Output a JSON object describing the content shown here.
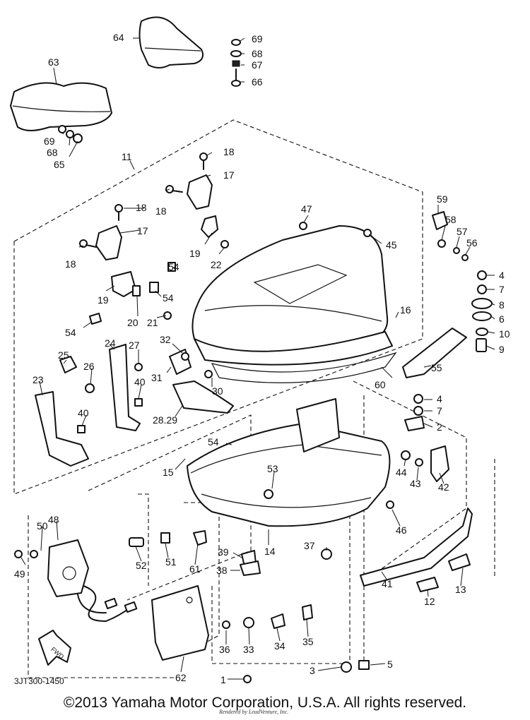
{
  "diagram": {
    "code": "3JT300-1450",
    "fwd_label": "FWD",
    "callouts": [
      "64",
      "69",
      "68",
      "67",
      "66",
      "63",
      "69",
      "68",
      "65",
      "11",
      "18",
      "17",
      "18",
      "18",
      "47",
      "59",
      "58",
      "57",
      "56",
      "45",
      "17",
      "18",
      "19",
      "22",
      "54",
      "54",
      "19",
      "20",
      "21",
      "4",
      "7",
      "8",
      "6",
      "10",
      "9",
      "54",
      "16",
      "32",
      "27",
      "25",
      "26",
      "24",
      "23",
      "31",
      "30",
      "40",
      "55",
      "60",
      "28.29",
      "40",
      "4",
      "7",
      "2",
      "54",
      "15",
      "53",
      "44",
      "43",
      "42",
      "46",
      "50",
      "48",
      "49",
      "52",
      "51",
      "61",
      "39",
      "38",
      "14",
      "37",
      "41",
      "12",
      "13",
      "36",
      "33",
      "34",
      "35",
      "62",
      "3",
      "5",
      "1"
    ]
  },
  "copyright": "©2013 Yamaha Motor Corporation, U.S.A. All rights reserved.",
  "credit": "Rendered by LeadVenture, Inc."
}
